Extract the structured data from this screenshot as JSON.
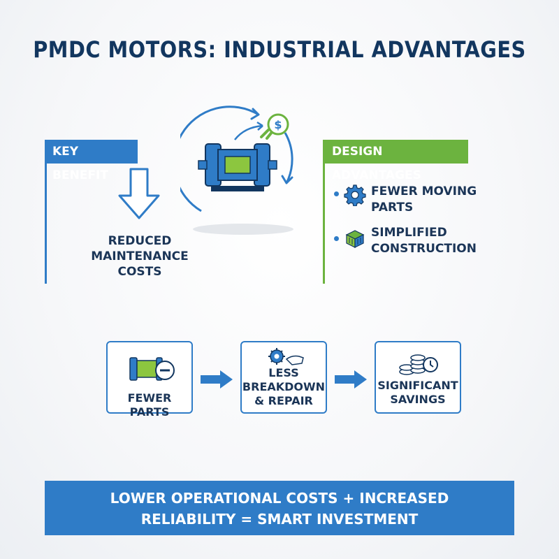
{
  "title": "PMDC MOTORS: INDUSTRIAL ADVANTAGES",
  "key_benefit": {
    "tag": "KEY BENEFIT",
    "text": "REDUCED\nMAINTENANCE\nCOSTS"
  },
  "design_advantages": {
    "tag": "DESIGN ADVANTAGES",
    "items": [
      {
        "label": "FEWER MOVING\nPARTS",
        "icon": "gear-icon"
      },
      {
        "label": "SIMPLIFIED\nCONSTRUCTION",
        "icon": "module-icon"
      }
    ]
  },
  "motor_graphic": {
    "icon": "motor-icon",
    "badge": "$"
  },
  "flow": [
    {
      "label": "FEWER PARTS",
      "icon": "motor-minus-icon"
    },
    {
      "label": "LESS\nBREAKDOWN\n& REPAIR",
      "icon": "gear-hand-icon"
    },
    {
      "label": "SIGNIFICANT\nSAVINGS",
      "icon": "coins-clock-icon"
    }
  ],
  "banner": "LOWER OPERATIONAL COSTS + INCREASED RELIABILITY = SMART INVESTMENT",
  "colors": {
    "primary": "#2f7cc7",
    "accent": "#6cb33f",
    "navy": "#12365f"
  }
}
